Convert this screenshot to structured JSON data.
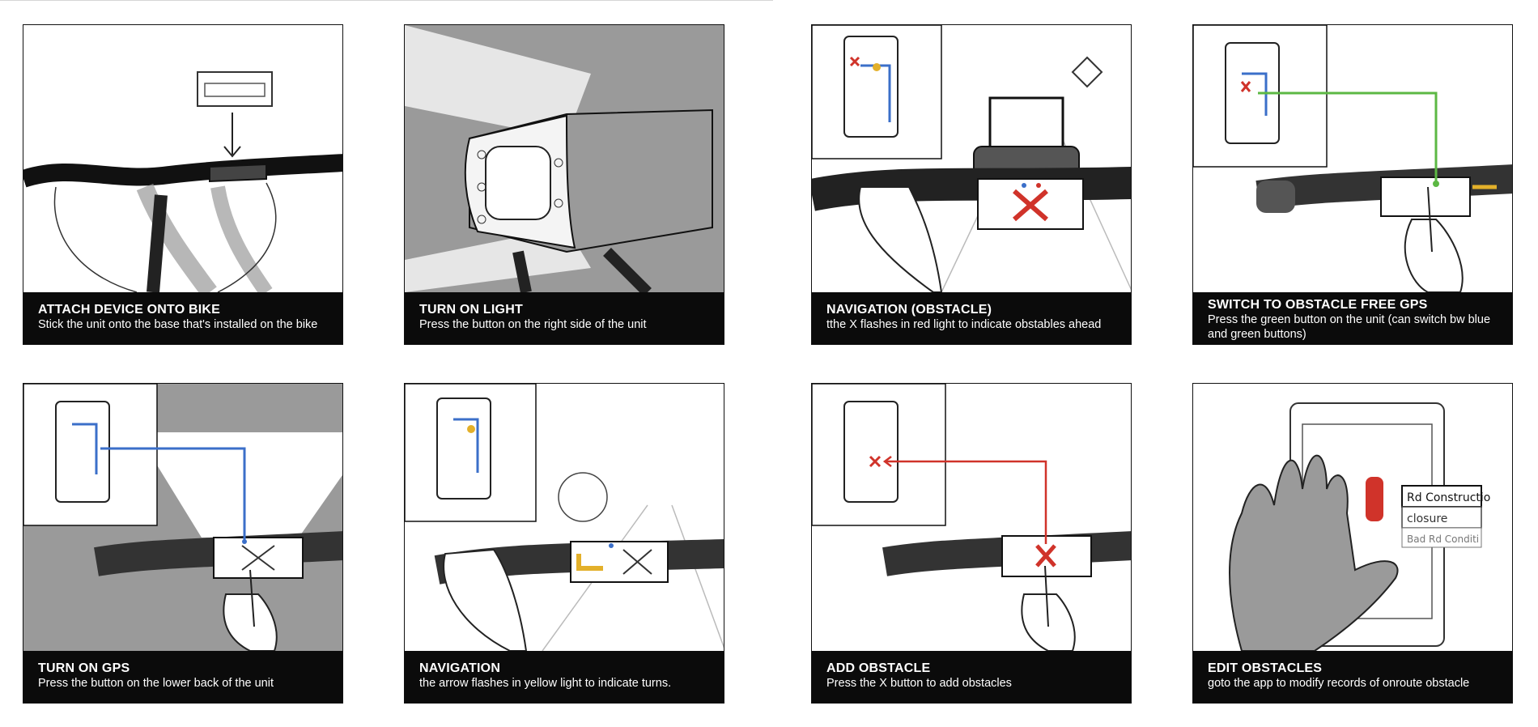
{
  "panels": [
    {
      "title": "ATTACH DEVICE ONTO BIKE",
      "desc": "Stick the unit onto the base that's installed on the bike"
    },
    {
      "title": "TURN ON LIGHT",
      "desc": "Press the button on the right side of the unit"
    },
    {
      "title": "NAVIGATION (OBSTACLE)",
      "desc": "tthe X flashes in red light to indicate obstables ahead"
    },
    {
      "title": "SWITCH TO OBSTACLE FREE GPS",
      "desc": "Press the green button on the unit (can switch bw blue and green buttons)"
    },
    {
      "title": "TURN ON GPS",
      "desc": "Press the button on the lower back of the unit"
    },
    {
      "title": "NAVIGATION",
      "desc": "the arrow flashes in yellow light to indicate turns."
    },
    {
      "title": "ADD OBSTACLE",
      "desc": "Press the X button to add obstacles"
    },
    {
      "title": "EDIT OBSTACLES",
      "desc": "goto the app to modify records of onroute obstacle"
    }
  ],
  "sketch_notes": [
    "Rd Constructio",
    "closure",
    "Bad Rd Conditi"
  ],
  "colors": {
    "caption_bg": "#0b0b0b",
    "red": "#d0332a",
    "blue": "#3b6fc9",
    "green": "#5cb844",
    "yellow": "#e3b02a",
    "gray_fill": "#9a9a9a"
  }
}
